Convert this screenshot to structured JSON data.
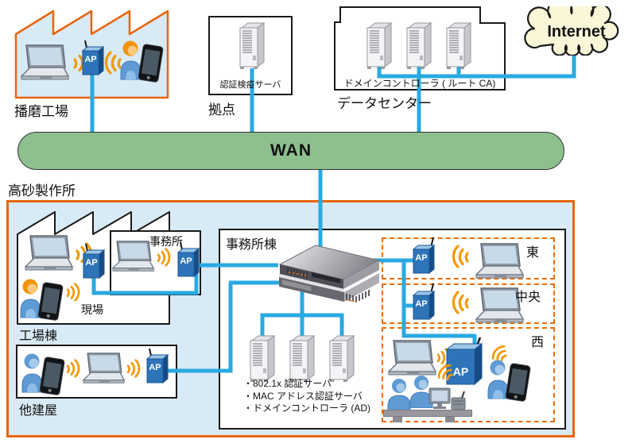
{
  "diagram": {
    "ap_label": "AP",
    "harima": {
      "label": "播磨工場"
    },
    "kyoten": {
      "label": "拠点",
      "server": "認証検疫サーバ"
    },
    "datacenter": {
      "label": "データセンター",
      "server": "ドメインコントローラ ( ルート CA)"
    },
    "internet": {
      "label": "Internet"
    },
    "wan": {
      "label": "WAN"
    },
    "takasago": {
      "label": "高砂製作所",
      "factory": {
        "label": "工場棟",
        "office": "事務所",
        "site": "現場"
      },
      "other_building": {
        "label": "他建屋"
      },
      "office_building": {
        "label": "事務所棟",
        "servers": [
          "・802.1x 認証サーバ",
          "・MAC アドレス認証サーバ",
          "・ドメインコントローラ (AD)"
        ],
        "zones": {
          "east": "東",
          "center": "中央",
          "west": "西"
        }
      }
    },
    "colors": {
      "accent_orange": "#E8650E",
      "dashed_orange": "#ED6C00",
      "line_blue": "#29A9E1",
      "wan_green": "#8CC08F",
      "area_fill_blue": "#D8EAF5",
      "cloud_yellow": "#FAF6D8",
      "wifi_orange": "#F39800",
      "ap_blue": "#2E74B9"
    }
  }
}
